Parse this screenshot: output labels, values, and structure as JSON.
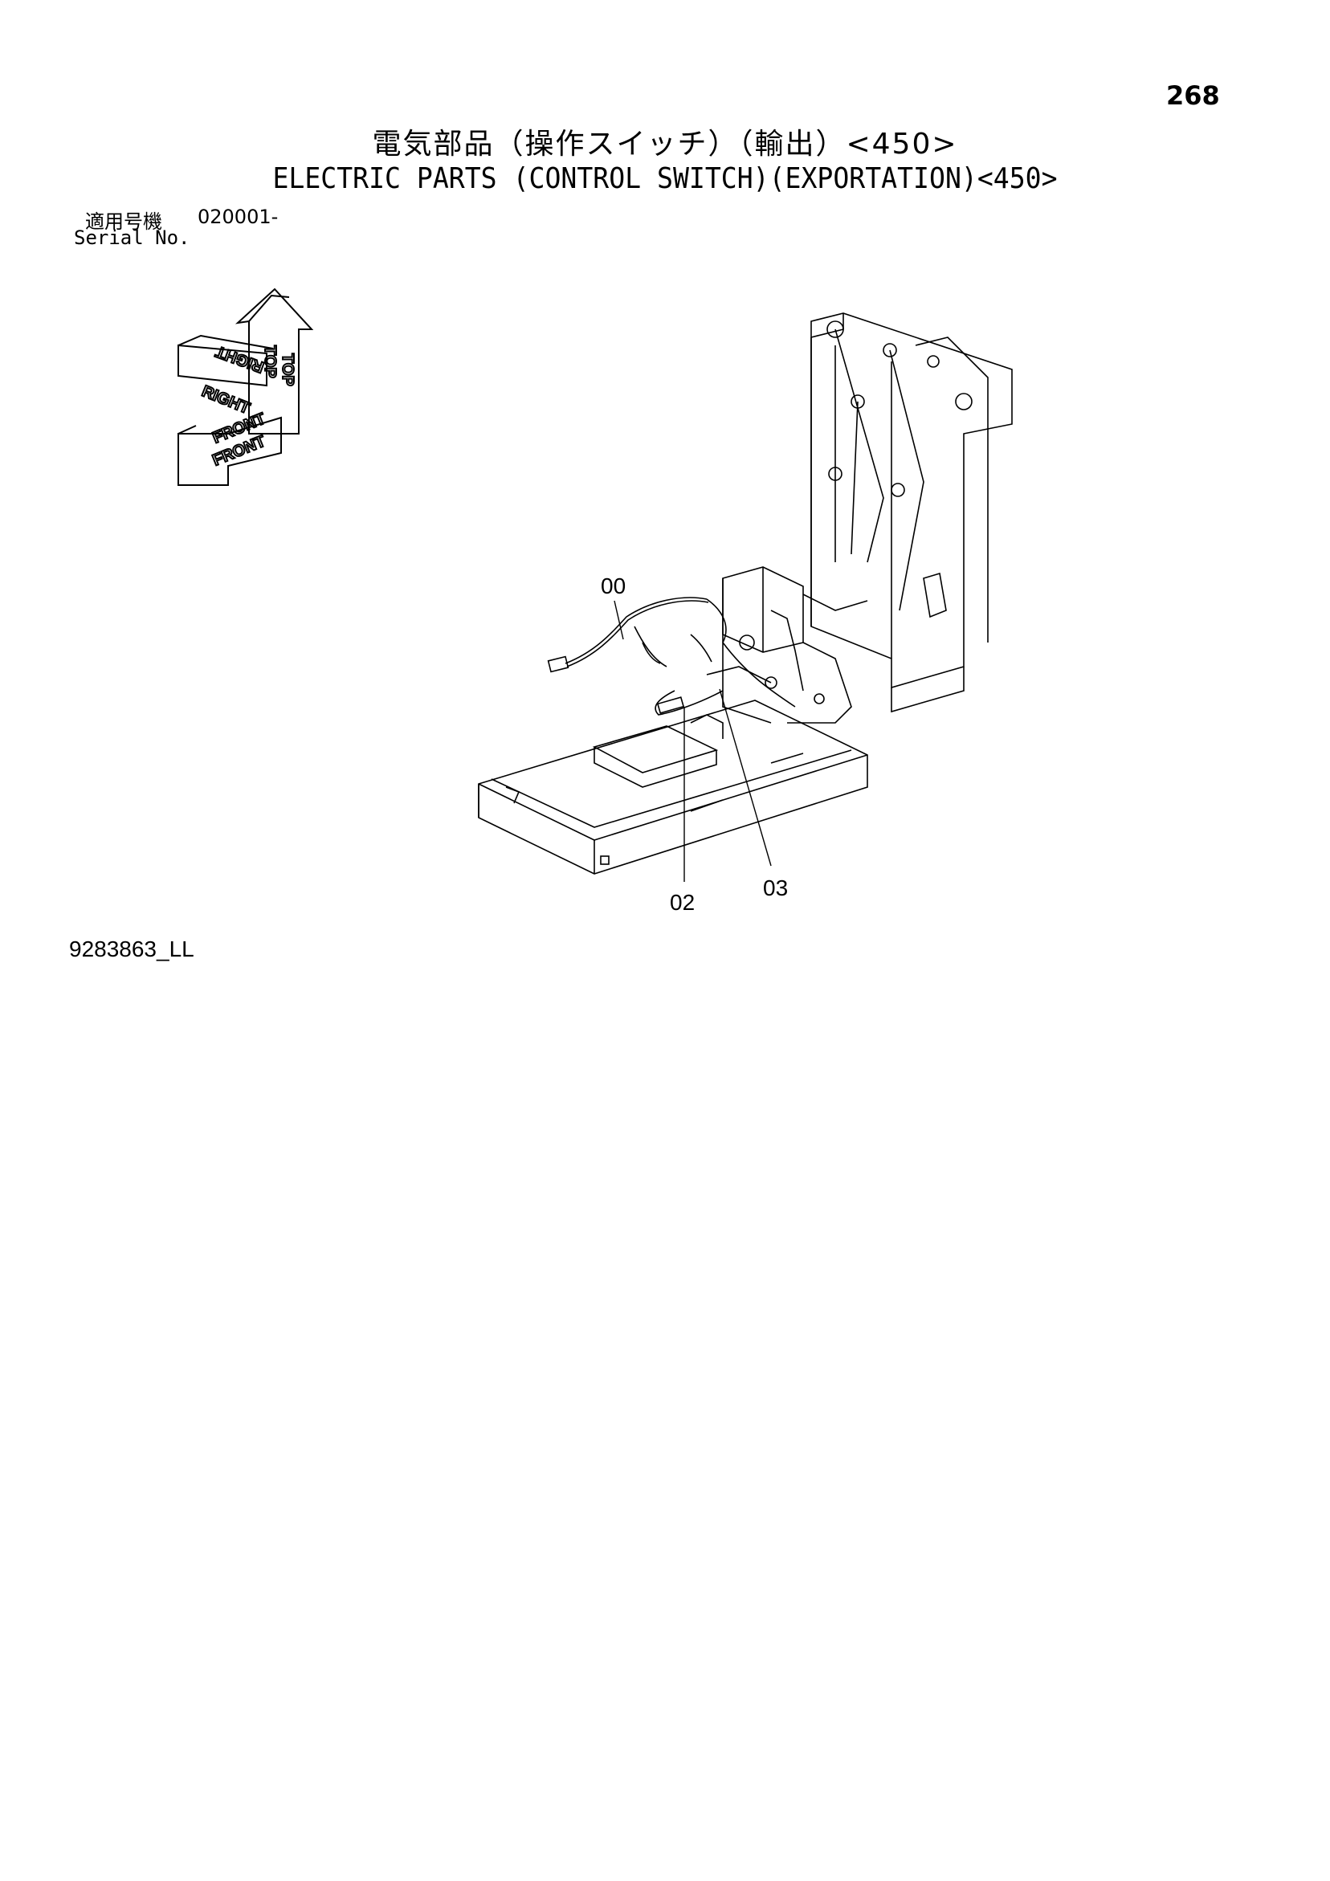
{
  "page_number": "268",
  "title": {
    "jp": "電気部品（操作スイッチ）（輸出）<450>",
    "en": "ELECTRIC PARTS (CONTROL SWITCH)(EXPORTATION)<450>"
  },
  "serial": {
    "jp_label": "適用号機",
    "range": "020001-",
    "en_label": "Serial No."
  },
  "orientation": {
    "top": "TOP",
    "right": "RIGHT",
    "front": "FRONT"
  },
  "callouts": {
    "harness": "00",
    "part_02": "02",
    "part_03": "03"
  },
  "drawing_code": "9283863_LL"
}
